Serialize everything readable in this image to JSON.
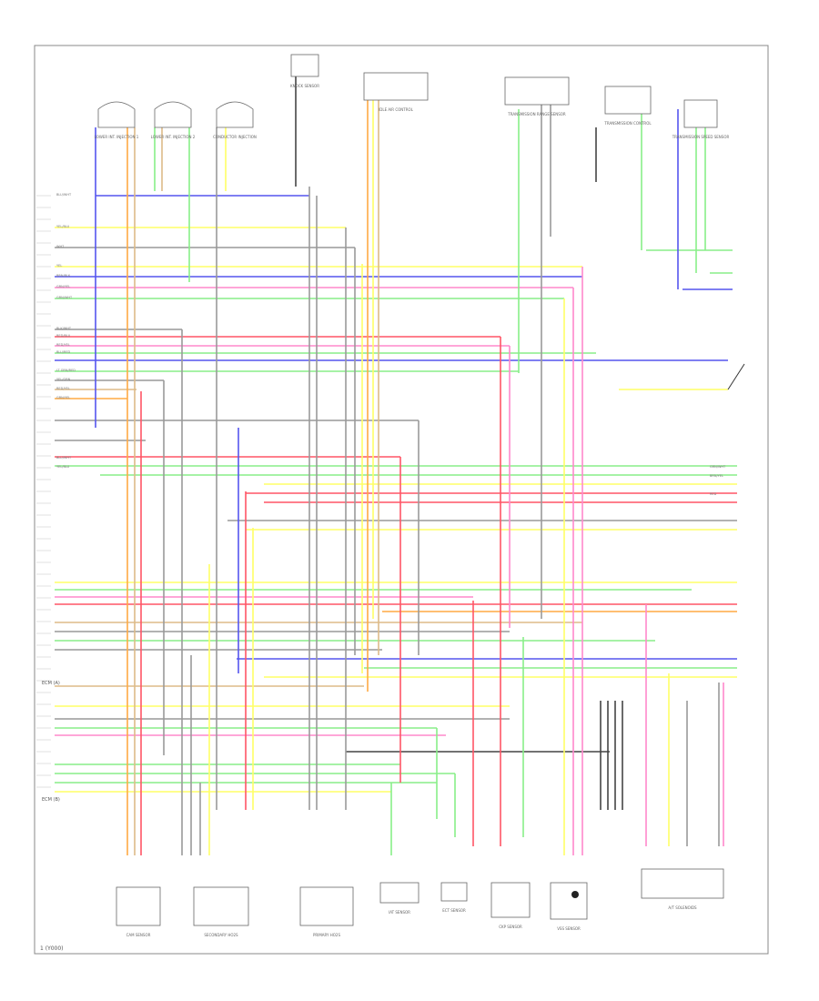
{
  "footer": {
    "code": "1 (Y000)"
  },
  "connector_labels": [
    {
      "id": "ecm-a",
      "text": "ECM (A)"
    },
    {
      "id": "ecm-b",
      "text": "ECM (B)"
    }
  ],
  "components": [
    {
      "id": "comp-1",
      "name": "LOWER INT. INJECTION 1"
    },
    {
      "id": "comp-2",
      "name": "LOWER INT. INJECTION 2"
    },
    {
      "id": "comp-3",
      "name": "CONDUCTOR INJECTION"
    },
    {
      "id": "comp-4",
      "name": "KNOCK SENSOR"
    },
    {
      "id": "comp-5",
      "name": "IDLE AIR CONTROL"
    },
    {
      "id": "comp-6",
      "name": "TRANSMISSION RANGE SENSOR"
    },
    {
      "id": "comp-7",
      "name": "TRANSMISSION CONTROL"
    },
    {
      "id": "comp-8",
      "name": "TRANSMISSION SPEED SENSOR"
    },
    {
      "id": "comp-9",
      "name": "CAM SENSOR"
    },
    {
      "id": "comp-10",
      "name": "SECONDARY HO2S"
    },
    {
      "id": "comp-11",
      "name": "PRIMARY HO2S"
    },
    {
      "id": "comp-12",
      "name": "IAT SENSOR"
    },
    {
      "id": "comp-13",
      "name": "ECT SENSOR"
    },
    {
      "id": "comp-14",
      "name": "CKP SENSOR"
    },
    {
      "id": "comp-15",
      "name": "VSS SENSOR"
    },
    {
      "id": "comp-16",
      "name": "A/T SOLENOIDS"
    }
  ],
  "wire_colors": {
    "blue": "#5555ee",
    "yellow": "#ffff66",
    "green": "#88ee88",
    "red": "#ff5566",
    "orange": "#ffaa44",
    "pink": "#ff88cc",
    "gray": "#999999",
    "dark": "#444444",
    "brown": "#aa7744",
    "tan": "#ddbb88"
  },
  "wire_tags": [
    "BLU/WHT",
    "YEL/BLU",
    "WHT",
    "YEL",
    "BRN/BLK",
    "GRN/YEL",
    "GRN/WHT",
    "BLK/WHT",
    "RED/BLU",
    "RED/YEL",
    "BLU/RED",
    "LT GRN/RED",
    "YEL/GRN",
    "RED/YEL",
    "GRN/YEL",
    "BLU/WHT",
    "YEL/BLU",
    "GRN/WHT",
    "BRN/YEL",
    "RED"
  ]
}
